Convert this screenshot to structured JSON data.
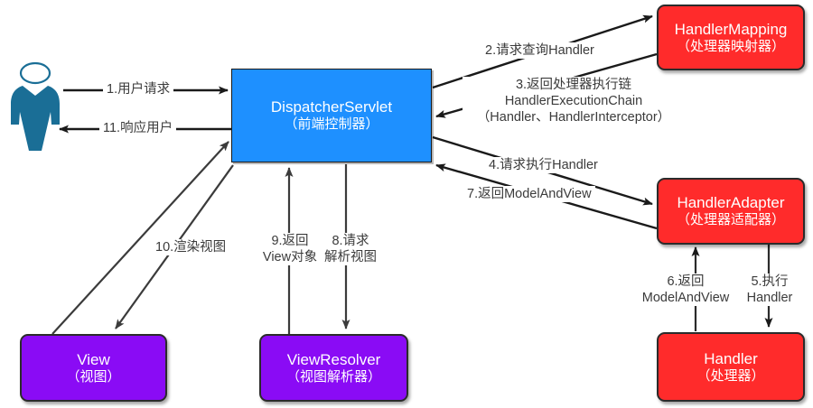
{
  "diagram": {
    "title": "Spring MVC DispatcherServlet request flow",
    "colors": {
      "dispatcher": "#1E90FF",
      "handler_group": "#FF2B2B",
      "view_group": "#8A0BF5",
      "actor": "#1A6E96",
      "stroke": "#2b2b2b",
      "label_text": "#3b3b3b",
      "background": "#ffffff"
    },
    "actor": {
      "name": "user-actor",
      "icon": "person-icon"
    },
    "nodes": [
      {
        "id": "dispatcher-servlet",
        "line1": "DispatcherServlet",
        "line2": "（前端控制器）",
        "color": "#1E90FF"
      },
      {
        "id": "handler-mapping",
        "line1": "HandlerMapping",
        "line2": "（处理器映射器）",
        "color": "#FF2B2B"
      },
      {
        "id": "handler-adapter",
        "line1": "HandlerAdapter",
        "line2": "（处理器适配器）",
        "color": "#FF2B2B"
      },
      {
        "id": "handler",
        "line1": "Handler",
        "line2": "（处理器）",
        "color": "#FF2B2B"
      },
      {
        "id": "view",
        "line1": "View",
        "line2": "（视图）",
        "color": "#8A0BF5"
      },
      {
        "id": "view-resolver",
        "line1": "ViewResolver",
        "line2": "（视图解析器）",
        "color": "#8A0BF5"
      }
    ],
    "edges": [
      {
        "id": "edge-1",
        "label": "1.用户请求",
        "from": "user-actor",
        "to": "dispatcher-servlet"
      },
      {
        "id": "edge-2",
        "label": "2.请求查询Handler",
        "from": "dispatcher-servlet",
        "to": "handler-mapping"
      },
      {
        "id": "edge-3",
        "label_line1": "3.返回处理器执行链",
        "label_line2": "HandlerExecutionChain",
        "label_line3": "（Handler、HandlerInterceptor）",
        "from": "handler-mapping",
        "to": "dispatcher-servlet"
      },
      {
        "id": "edge-4",
        "label": "4.请求执行Handler",
        "from": "dispatcher-servlet",
        "to": "handler-adapter"
      },
      {
        "id": "edge-5",
        "label_line1": "5.执行",
        "label_line2": "Handler",
        "from": "handler-adapter",
        "to": "handler"
      },
      {
        "id": "edge-6",
        "label_line1": "6.返回",
        "label_line2": "ModelAndView",
        "from": "handler",
        "to": "handler-adapter"
      },
      {
        "id": "edge-7",
        "label": "7.返回ModelAndView",
        "from": "handler-adapter",
        "to": "dispatcher-servlet"
      },
      {
        "id": "edge-8",
        "label_line1": "8.请求",
        "label_line2": "解析视图",
        "from": "dispatcher-servlet",
        "to": "view-resolver"
      },
      {
        "id": "edge-9",
        "label_line1": "9.返回",
        "label_line2": "View对象",
        "from": "view-resolver",
        "to": "dispatcher-servlet"
      },
      {
        "id": "edge-10",
        "label": "10.渲染视图",
        "from": "dispatcher-servlet",
        "to": "view"
      },
      {
        "id": "edge-11",
        "label": "11.响应用户",
        "from": "dispatcher-servlet",
        "to": "user-actor"
      }
    ]
  }
}
